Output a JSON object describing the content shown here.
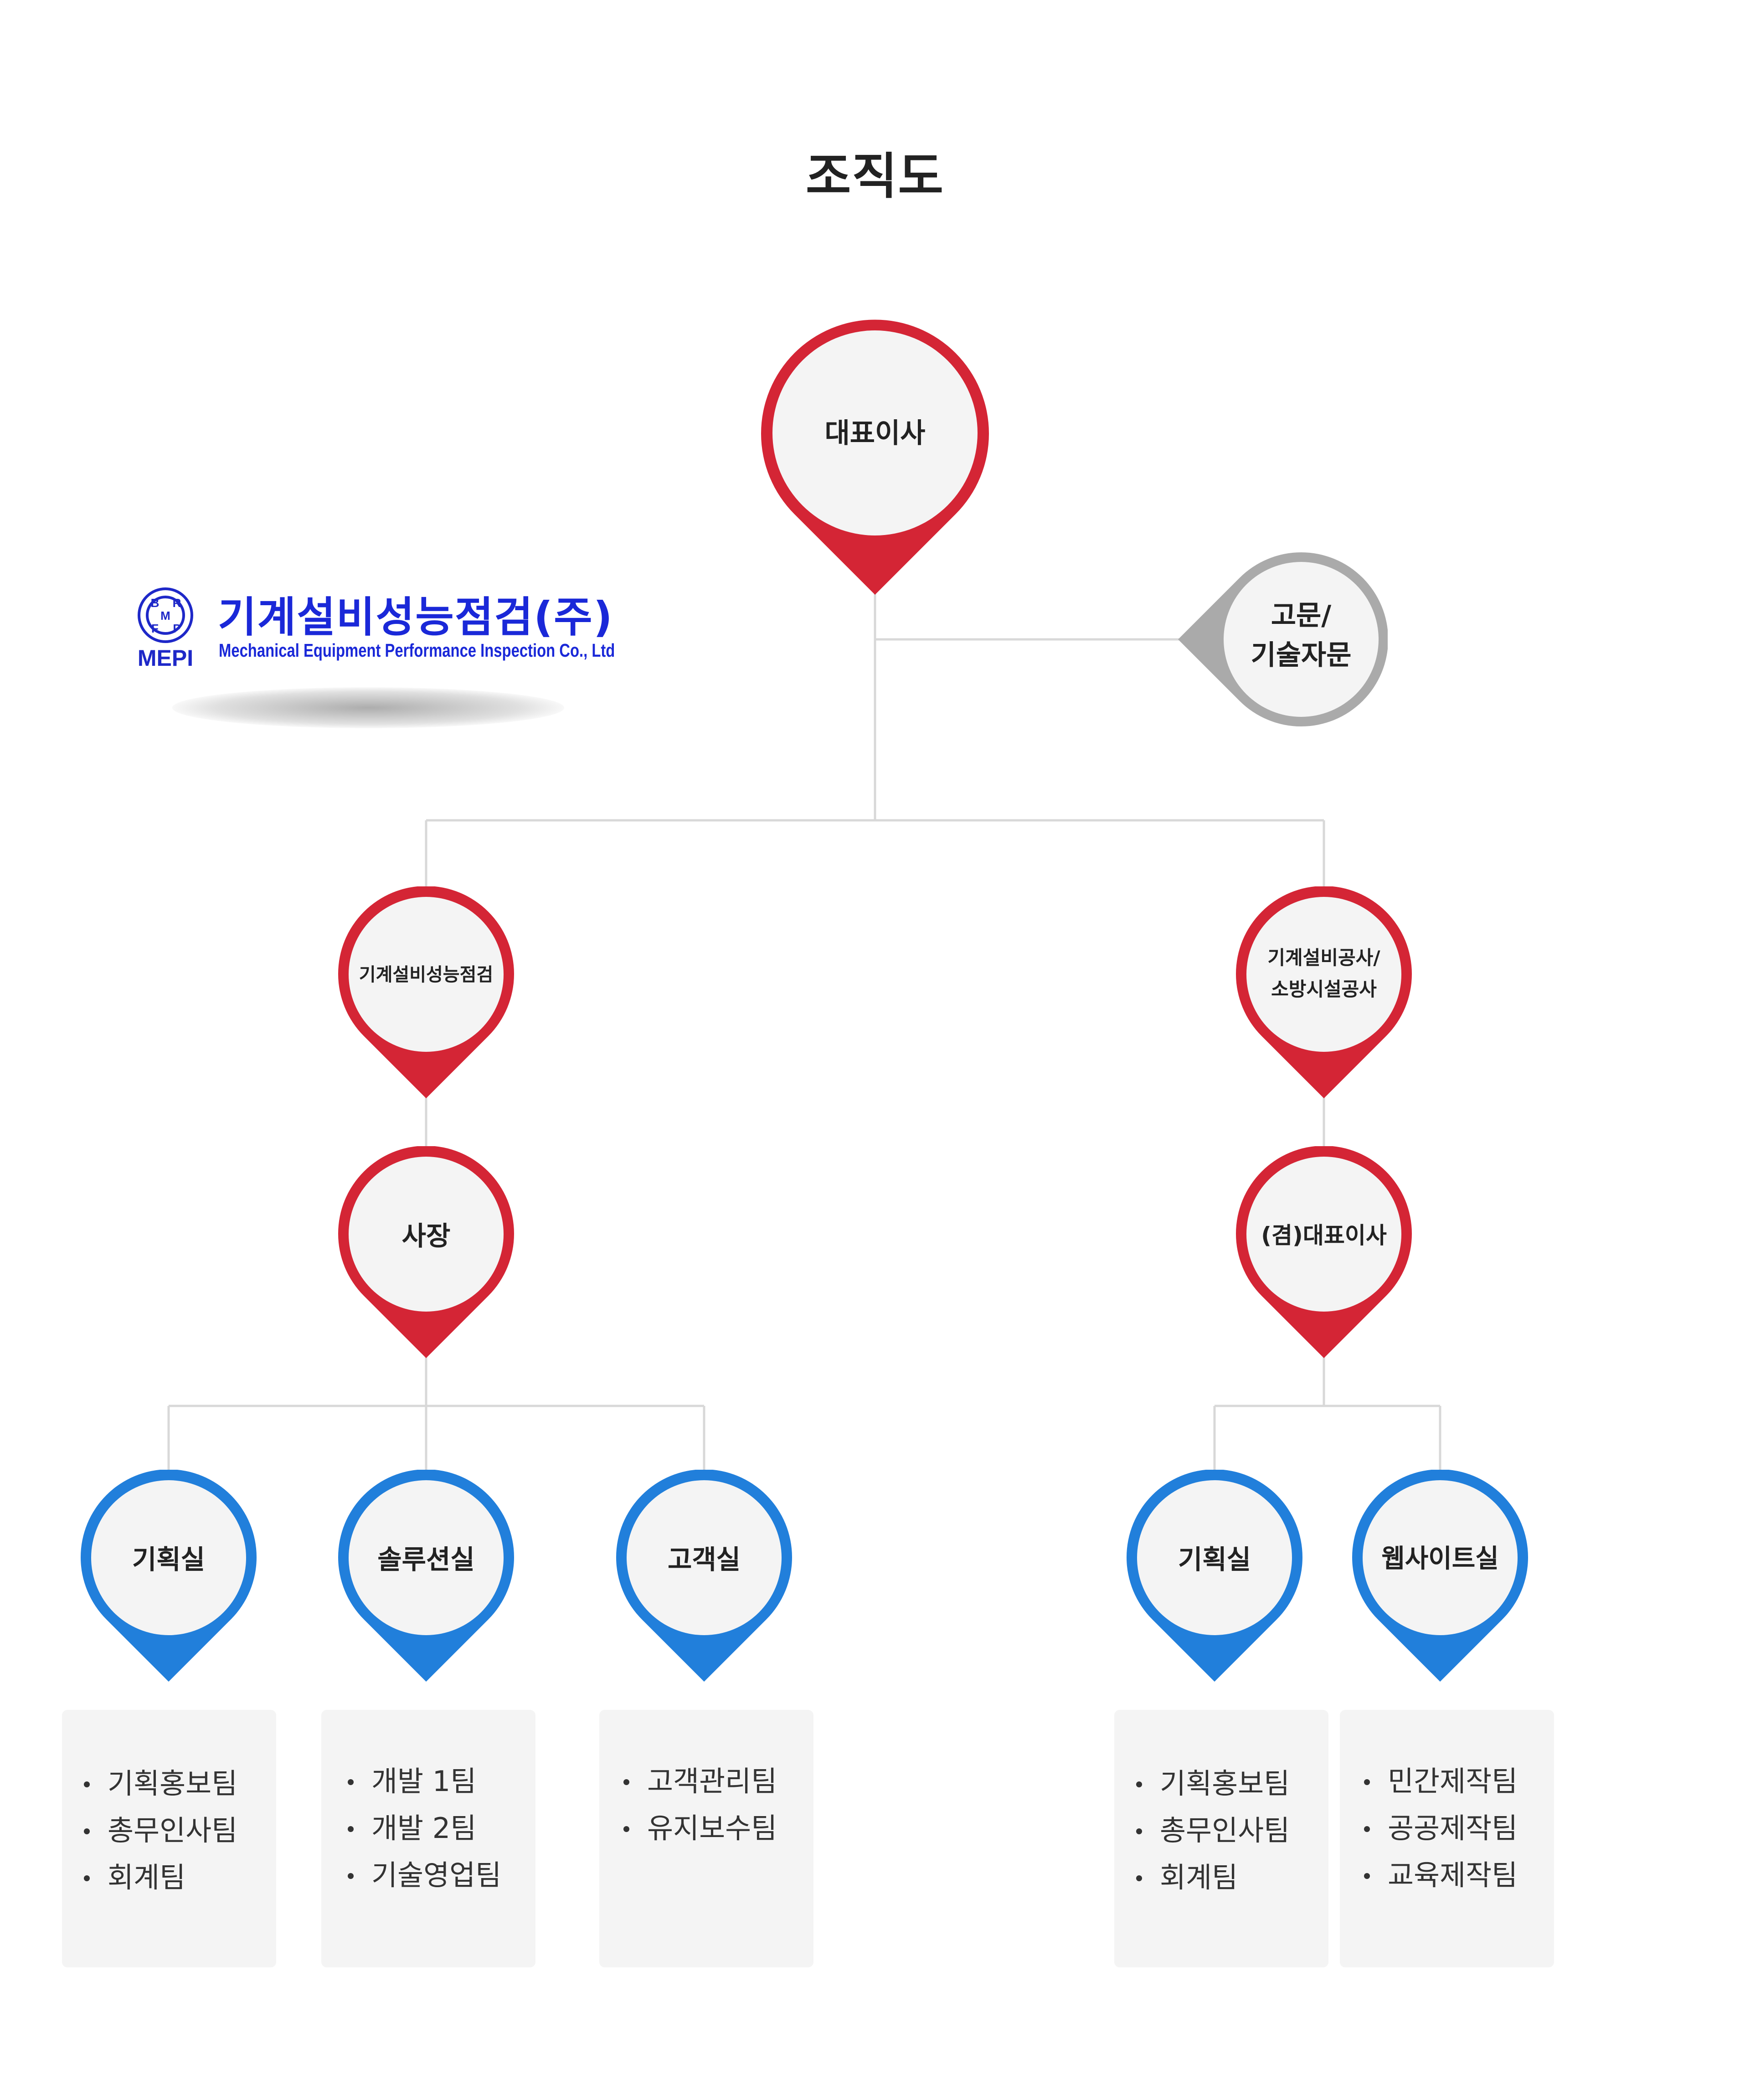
{
  "page": {
    "title": "조직도"
  },
  "logo": {
    "mark_letters": [
      "B",
      "R",
      "M",
      "F",
      "P"
    ],
    "abbr": "MEPI",
    "name_ko": "기계설비성능점검(주)",
    "name_en": "Mechanical Equipment Performance Inspection Co., Ltd"
  },
  "colors": {
    "red": "#d42535",
    "blue": "#217fdb",
    "gray": "#aaaaaa",
    "fill": "#f4f4f4",
    "line": "#d8d8d8",
    "logo": "#1a28d8"
  },
  "org": {
    "ceo": {
      "label": "대표이사"
    },
    "advisory": {
      "line1": "고문/",
      "line2": "기술자문"
    },
    "left_division": {
      "label": "기계설비성능점검"
    },
    "right_division": {
      "line1": "기계설비공사/",
      "line2": "소방시설공사"
    },
    "president": {
      "label": "사장"
    },
    "co_ceo": {
      "label": "(겸)대표이사"
    },
    "departments": [
      {
        "name": "기획실",
        "teams": [
          "기획홍보팀",
          "총무인사팀",
          "회계팀"
        ]
      },
      {
        "name": "솔루션실",
        "teams": [
          "개발 1팀",
          "개발 2팀",
          "기술영업팀"
        ]
      },
      {
        "name": "고객실",
        "teams": [
          "고객관리팀",
          "유지보수팀"
        ]
      },
      {
        "name": "기획실",
        "teams": [
          "기획홍보팀",
          "총무인사팀",
          "회계팀"
        ]
      },
      {
        "name": "웹사이트실",
        "teams": [
          "민간제작팀",
          "공공제작팀",
          "교육제작팀"
        ]
      }
    ]
  }
}
